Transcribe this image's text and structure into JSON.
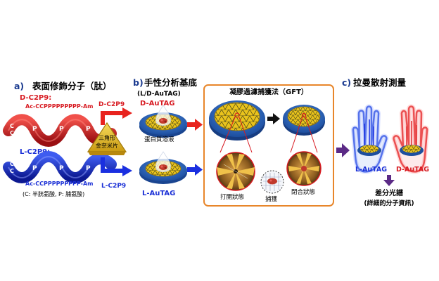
{
  "panel_a": {
    "letter": "a)",
    "title": "表面修飾分子（肽）",
    "d_name": "D-C2P9:",
    "d_seq": "Ac-CCPPPPPPPPP-Am",
    "l_name": "L-C2P9:",
    "l_seq": "Ac-CCPPPPPPPPP-Am",
    "helix_c": "C",
    "helix_p": "P",
    "footnote": "(C: 半胱氨酸, P: 脯氨酸)",
    "triangle_line1": "三角形",
    "triangle_line2": "金奈米片"
  },
  "panel_b": {
    "letter": "b)",
    "title": "手性分析基底",
    "subtitle": "(L/D-AuTAG)",
    "arrow_d": "D-C2P9",
    "arrow_l": "L-C2P9",
    "d_label": "D-AuTAG",
    "l_label": "L-AuTAG",
    "protein_label": "蛋白質溶液",
    "gft_title": "凝膠過濾捕獲法（GFT）",
    "open_label": "打開狀態",
    "capture_label": "捕獲",
    "closed_label": "閉合狀態"
  },
  "panel_c": {
    "letter": "c)",
    "title": "拉曼散射測量",
    "l_label": "L-AuTAG",
    "d_label": "D-AuTAG",
    "diff_line1": "差分光譜",
    "diff_line2": "(詳細的分子資訊)"
  },
  "colors": {
    "red": "#d71920",
    "blue": "#1a2fd6",
    "dark_blue": "#1a3a8f",
    "purple": "#5b2a86",
    "gold": "#e8c21a",
    "orange_frame": "#e8862a",
    "disk_blue": "#2f6fc0"
  }
}
